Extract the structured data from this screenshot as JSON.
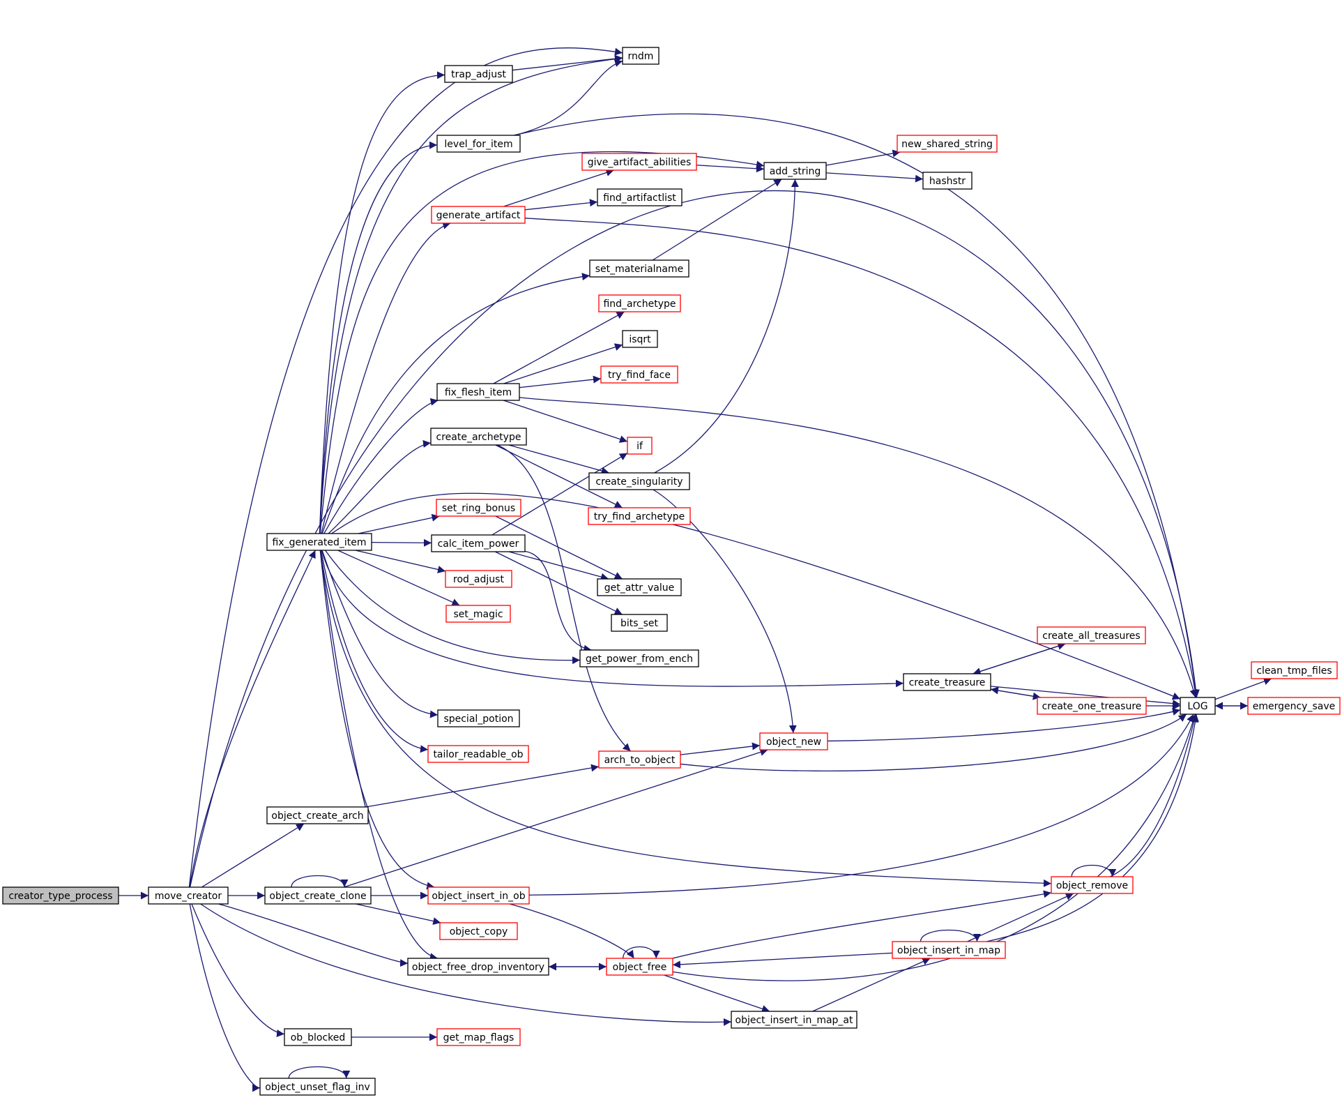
{
  "graph": {
    "title": "",
    "colors": {
      "edge": "#191970",
      "truncated_border": "#ff0000",
      "normal_border": "#000000",
      "root_fill": "#bfbfbf",
      "node_fill": "#ffffff"
    },
    "nodes": [
      {
        "id": "creator_type_process",
        "label": "creator_type_process",
        "style": "root"
      },
      {
        "id": "move_creator",
        "label": "move_creator",
        "style": "normal"
      },
      {
        "id": "fix_generated_item",
        "label": "fix_generated_item",
        "style": "normal"
      },
      {
        "id": "object_create_arch",
        "label": "object_create_arch",
        "style": "normal"
      },
      {
        "id": "object_create_clone",
        "label": "object_create_clone",
        "style": "normal"
      },
      {
        "id": "ob_blocked",
        "label": "ob_blocked",
        "style": "normal"
      },
      {
        "id": "object_unset_flag_inv",
        "label": "object_unset_flag_inv",
        "style": "normal"
      },
      {
        "id": "trap_adjust",
        "label": "trap_adjust",
        "style": "normal"
      },
      {
        "id": "level_for_item",
        "label": "level_for_item",
        "style": "normal"
      },
      {
        "id": "generate_artifact",
        "label": "generate_artifact",
        "style": "truncated"
      },
      {
        "id": "fix_flesh_item",
        "label": "fix_flesh_item",
        "style": "normal"
      },
      {
        "id": "create_archetype",
        "label": "create_archetype",
        "style": "normal"
      },
      {
        "id": "set_ring_bonus",
        "label": "set_ring_bonus",
        "style": "truncated"
      },
      {
        "id": "calc_item_power",
        "label": "calc_item_power",
        "style": "normal"
      },
      {
        "id": "rod_adjust",
        "label": "rod_adjust",
        "style": "truncated"
      },
      {
        "id": "set_magic",
        "label": "set_magic",
        "style": "truncated"
      },
      {
        "id": "special_potion",
        "label": "special_potion",
        "style": "normal"
      },
      {
        "id": "tailor_readable_ob",
        "label": "tailor_readable_ob",
        "style": "truncated"
      },
      {
        "id": "object_insert_in_ob",
        "label": "object_insert_in_ob",
        "style": "truncated"
      },
      {
        "id": "object_copy",
        "label": "object_copy",
        "style": "truncated"
      },
      {
        "id": "object_free_drop_inventory",
        "label": "object_free_drop_inventory",
        "style": "normal"
      },
      {
        "id": "get_map_flags",
        "label": "get_map_flags",
        "style": "truncated"
      },
      {
        "id": "rndm",
        "label": "rndm",
        "style": "normal"
      },
      {
        "id": "give_artifact_abilities",
        "label": "give_artifact_abilities",
        "style": "truncated"
      },
      {
        "id": "find_artifactlist",
        "label": "find_artifactlist",
        "style": "normal"
      },
      {
        "id": "set_materialname",
        "label": "set_materialname",
        "style": "normal"
      },
      {
        "id": "find_archetype",
        "label": "find_archetype",
        "style": "truncated"
      },
      {
        "id": "isqrt",
        "label": "isqrt",
        "style": "normal"
      },
      {
        "id": "try_find_face",
        "label": "try_find_face",
        "style": "truncated"
      },
      {
        "id": "if",
        "label": "if",
        "style": "truncated"
      },
      {
        "id": "create_singularity",
        "label": "create_singularity",
        "style": "normal"
      },
      {
        "id": "try_find_archetype",
        "label": "try_find_archetype",
        "style": "truncated"
      },
      {
        "id": "get_attr_value",
        "label": "get_attr_value",
        "style": "normal"
      },
      {
        "id": "bits_set",
        "label": "bits_set",
        "style": "normal"
      },
      {
        "id": "get_power_from_ench",
        "label": "get_power_from_ench",
        "style": "normal"
      },
      {
        "id": "arch_to_object",
        "label": "arch_to_object",
        "style": "truncated"
      },
      {
        "id": "object_new",
        "label": "object_new",
        "style": "truncated"
      },
      {
        "id": "object_free",
        "label": "object_free",
        "style": "truncated"
      },
      {
        "id": "object_insert_in_map_at",
        "label": "object_insert_in_map_at",
        "style": "normal"
      },
      {
        "id": "add_string",
        "label": "add_string",
        "style": "normal"
      },
      {
        "id": "new_shared_string",
        "label": "new_shared_string",
        "style": "truncated"
      },
      {
        "id": "hashstr",
        "label": "hashstr",
        "style": "normal"
      },
      {
        "id": "create_treasure",
        "label": "create_treasure",
        "style": "normal"
      },
      {
        "id": "create_all_treasures",
        "label": "create_all_treasures",
        "style": "truncated"
      },
      {
        "id": "create_one_treasure",
        "label": "create_one_treasure",
        "style": "truncated"
      },
      {
        "id": "object_remove",
        "label": "object_remove",
        "style": "truncated"
      },
      {
        "id": "object_insert_in_map",
        "label": "object_insert_in_map",
        "style": "truncated"
      },
      {
        "id": "LOG",
        "label": "LOG",
        "style": "normal"
      },
      {
        "id": "clean_tmp_files",
        "label": "clean_tmp_files",
        "style": "truncated"
      },
      {
        "id": "emergency_save",
        "label": "emergency_save",
        "style": "truncated"
      }
    ],
    "edges": [
      [
        "creator_type_process",
        "move_creator"
      ],
      [
        "move_creator",
        "fix_generated_item"
      ],
      [
        "move_creator",
        "object_create_arch"
      ],
      [
        "move_creator",
        "object_create_clone"
      ],
      [
        "move_creator",
        "ob_blocked"
      ],
      [
        "move_creator",
        "object_unset_flag_inv"
      ],
      [
        "move_creator",
        "rndm"
      ],
      [
        "move_creator",
        "LOG"
      ],
      [
        "move_creator",
        "object_free_drop_inventory"
      ],
      [
        "move_creator",
        "object_insert_in_map_at"
      ],
      [
        "fix_generated_item",
        "trap_adjust"
      ],
      [
        "fix_generated_item",
        "rndm"
      ],
      [
        "fix_generated_item",
        "level_for_item"
      ],
      [
        "fix_generated_item",
        "add_string"
      ],
      [
        "fix_generated_item",
        "generate_artifact"
      ],
      [
        "fix_generated_item",
        "set_materialname"
      ],
      [
        "fix_generated_item",
        "fix_flesh_item"
      ],
      [
        "fix_generated_item",
        "create_archetype"
      ],
      [
        "fix_generated_item",
        "LOG"
      ],
      [
        "fix_generated_item",
        "set_ring_bonus"
      ],
      [
        "fix_generated_item",
        "calc_item_power"
      ],
      [
        "fix_generated_item",
        "rod_adjust"
      ],
      [
        "fix_generated_item",
        "set_magic"
      ],
      [
        "fix_generated_item",
        "get_power_from_ench"
      ],
      [
        "fix_generated_item",
        "create_treasure"
      ],
      [
        "fix_generated_item",
        "special_potion"
      ],
      [
        "fix_generated_item",
        "tailor_readable_ob"
      ],
      [
        "fix_generated_item",
        "object_remove"
      ],
      [
        "fix_generated_item",
        "object_insert_in_ob"
      ],
      [
        "fix_generated_item",
        "object_free_drop_inventory"
      ],
      [
        "trap_adjust",
        "rndm"
      ],
      [
        "level_for_item",
        "rndm"
      ],
      [
        "level_for_item",
        "LOG"
      ],
      [
        "generate_artifact",
        "give_artifact_abilities"
      ],
      [
        "generate_artifact",
        "find_artifactlist"
      ],
      [
        "generate_artifact",
        "LOG"
      ],
      [
        "give_artifact_abilities",
        "add_string"
      ],
      [
        "set_materialname",
        "add_string"
      ],
      [
        "add_string",
        "new_shared_string"
      ],
      [
        "add_string",
        "hashstr"
      ],
      [
        "fix_flesh_item",
        "find_archetype"
      ],
      [
        "fix_flesh_item",
        "isqrt"
      ],
      [
        "fix_flesh_item",
        "try_find_face"
      ],
      [
        "fix_flesh_item",
        "LOG"
      ],
      [
        "fix_flesh_item",
        "if"
      ],
      [
        "create_archetype",
        "create_singularity"
      ],
      [
        "create_archetype",
        "try_find_archetype"
      ],
      [
        "create_archetype",
        "arch_to_object"
      ],
      [
        "create_singularity",
        "add_string"
      ],
      [
        "create_singularity",
        "object_new"
      ],
      [
        "set_ring_bonus",
        "get_attr_value"
      ],
      [
        "calc_item_power",
        "if"
      ],
      [
        "calc_item_power",
        "get_attr_value"
      ],
      [
        "calc_item_power",
        "bits_set"
      ],
      [
        "calc_item_power",
        "get_power_from_ench"
      ],
      [
        "create_treasure",
        "create_all_treasures"
      ],
      [
        "create_treasure",
        "create_one_treasure"
      ],
      [
        "create_treasure",
        "LOG"
      ],
      [
        "create_all_treasures",
        "create_treasure"
      ],
      [
        "create_one_treasure",
        "create_treasure"
      ],
      [
        "create_one_treasure",
        "LOG"
      ],
      [
        "object_create_arch",
        "arch_to_object"
      ],
      [
        "arch_to_object",
        "object_new"
      ],
      [
        "arch_to_object",
        "LOG"
      ],
      [
        "object_new",
        "LOG"
      ],
      [
        "object_create_clone",
        "object_create_clone"
      ],
      [
        "object_create_clone",
        "object_new"
      ],
      [
        "object_create_clone",
        "object_insert_in_ob"
      ],
      [
        "object_create_clone",
        "object_copy"
      ],
      [
        "object_insert_in_ob",
        "LOG"
      ],
      [
        "object_insert_in_ob",
        "object_free"
      ],
      [
        "object_free",
        "object_free"
      ],
      [
        "object_free",
        "object_remove"
      ],
      [
        "object_free",
        "object_free_drop_inventory"
      ],
      [
        "object_free",
        "object_insert_in_map_at"
      ],
      [
        "object_free",
        "LOG"
      ],
      [
        "object_free_drop_inventory",
        "object_free"
      ],
      [
        "object_remove",
        "object_remove"
      ],
      [
        "object_remove",
        "LOG"
      ],
      [
        "object_insert_in_map_at",
        "object_insert_in_map"
      ],
      [
        "object_insert_in_map",
        "object_insert_in_map"
      ],
      [
        "object_insert_in_map",
        "object_remove"
      ],
      [
        "object_insert_in_map",
        "object_free"
      ],
      [
        "object_insert_in_map",
        "LOG"
      ],
      [
        "ob_blocked",
        "get_map_flags"
      ],
      [
        "object_unset_flag_inv",
        "object_unset_flag_inv"
      ],
      [
        "LOG",
        "clean_tmp_files"
      ],
      [
        "LOG",
        "emergency_save"
      ],
      [
        "emergency_save",
        "LOG"
      ]
    ]
  }
}
